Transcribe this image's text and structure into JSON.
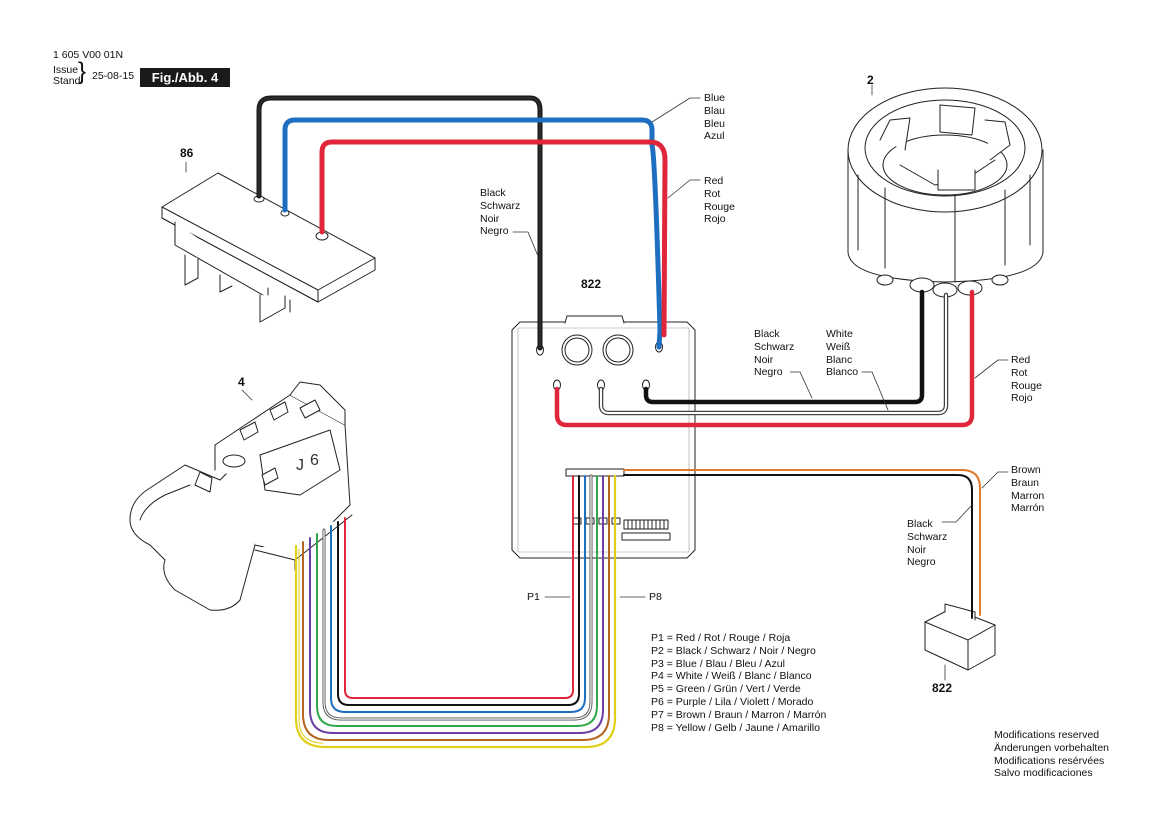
{
  "header": {
    "part_number": "1 605 V00 01N",
    "issue_label": "Issue\nStand",
    "issue_date": "25-08-15",
    "figure_label": "Fig./Abb. 4"
  },
  "parts": {
    "part_86": "86",
    "part_2": "2",
    "part_4": "4",
    "part_822_board": "822",
    "part_822_connector": "822"
  },
  "wire_labels": {
    "blue": "Blue\nBlau\nBleu\nAzul",
    "red_top": "Red\nRot\nRouge\nRojo",
    "black_top": "Black\nSchwarz\nNoir\nNegro",
    "black_mid": "Black\nSchwarz\nNoir\nNegro",
    "white_mid": "White\nWeiß\nBlanc\nBlanco",
    "red_right": "Red\nRot\nRouge\nRojo",
    "brown": "Brown\nBraun\nMarron\nMarrón",
    "black_right": "Black\nSchwarz\nNoir\nNegro"
  },
  "pins": {
    "p1": "P1",
    "p8": "P8"
  },
  "legend": [
    "P1 = Red / Rot / Rouge / Roja",
    "P2 = Black / Schwarz / Noir / Negro",
    "P3 = Blue / Blau / Bleu / Azul",
    "P4 = White / Weiß / Blanc / Blanco",
    "P5 = Green / Grün / Vert / Verde",
    "P6 = Purple / Lila / Violett / Morado",
    "P7 = Brown / Braun / Marron / Marrón",
    "P8 = Yellow / Gelb / Jaune / Amarillo"
  ],
  "footer": [
    "Modifications reserved",
    "Änderungen vorbehalten",
    "Modifications resérvées",
    "Salvo modificaciones"
  ],
  "colors": {
    "black": "#1a1a1a",
    "blue": "#1f6fc1",
    "red": "#e0263a",
    "white_wire_outline": "#444444",
    "green": "#2fa84a",
    "purple": "#6b3fa6",
    "brown": "#b5651d",
    "orange": "#e07a2a",
    "yellow": "#f2e22a",
    "figbox_bg": "#1a1a1a"
  }
}
